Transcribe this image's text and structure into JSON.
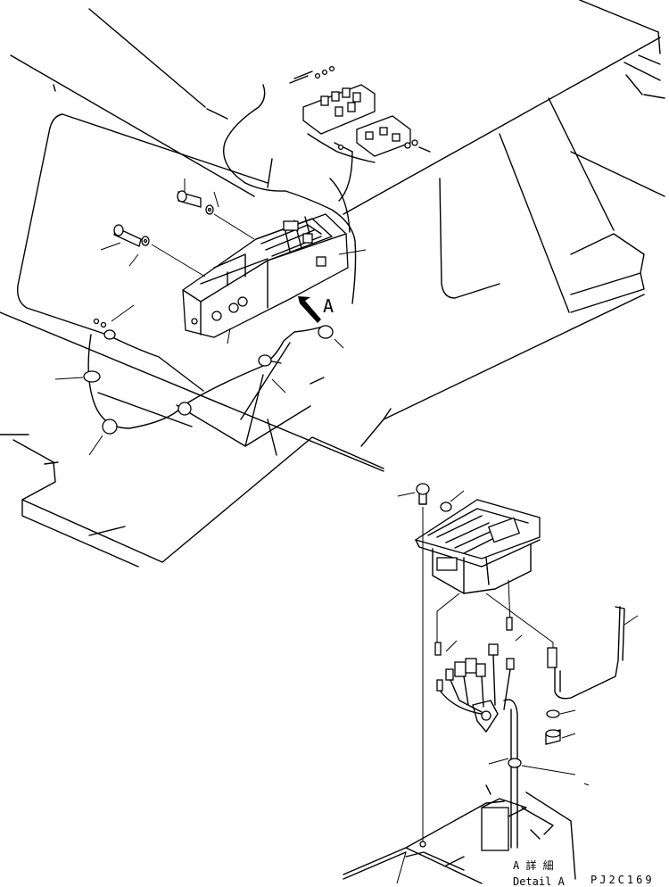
{
  "view_label": "A",
  "detail_label_jp": "A 詳 細",
  "detail_label_en": "Detail A",
  "drawing_number": "PJ2C169",
  "icons": {
    "view_arrow": "view-direction-arrow"
  }
}
